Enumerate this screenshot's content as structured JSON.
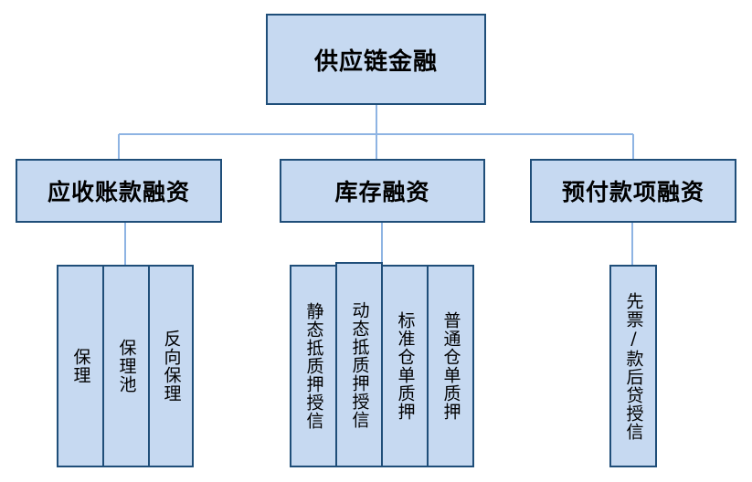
{
  "diagram": {
    "root": {
      "label": "供应链金融"
    },
    "branches": [
      {
        "label": "应收账款融资",
        "children": [
          "保理",
          "保理池",
          "反向保理"
        ]
      },
      {
        "label": "库存融资",
        "children": [
          "静态抵质押授信",
          "动态抵质押授信",
          "标准仓单质押",
          "普通仓单质押"
        ]
      },
      {
        "label": "预付款项融资",
        "children": [
          "先票/款后贷授信"
        ]
      }
    ]
  },
  "colors": {
    "box_fill": "#c6d9f1",
    "box_border": "#1f4e79",
    "connector": "#8eb4e3"
  }
}
